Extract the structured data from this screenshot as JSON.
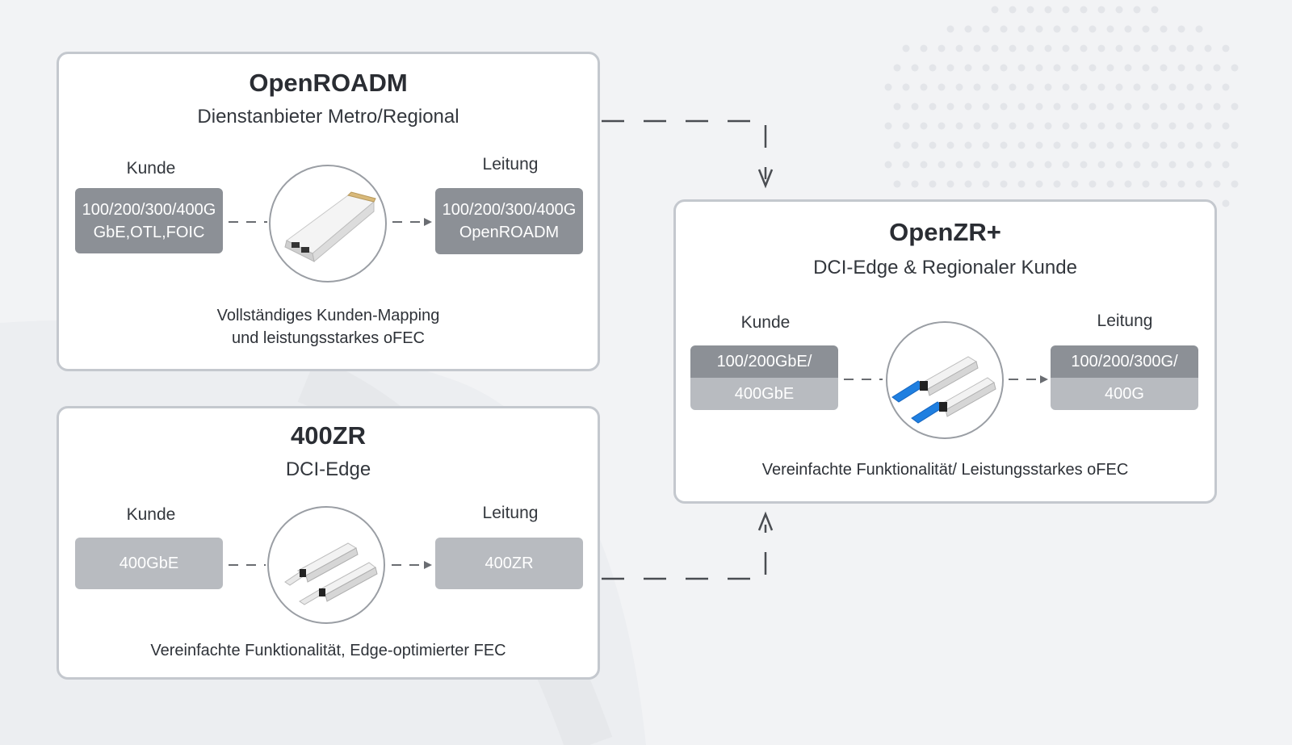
{
  "cards": {
    "openroadm": {
      "title": "OpenROADM",
      "subtitle": "Dienstanbieter Metro/Regional",
      "client_label": "Kunde",
      "line_label": "Leitung",
      "client_lines": [
        "100/200/300/400G",
        "GbE,OTL,FOIC"
      ],
      "line_lines": [
        "100/200/300/400G",
        "OpenROADM"
      ],
      "desc_lines": [
        "Vollständiges Kunden-Mapping",
        "und leistungsstarkes oFEC"
      ],
      "module_icon": "cfp2-module-icon"
    },
    "zr400": {
      "title": "400ZR",
      "subtitle": "DCI-Edge",
      "client_label": "Kunde",
      "line_label": "Leitung",
      "client_value": "400GbE",
      "line_value": "400ZR",
      "desc": "Vereinfachte Funktionalität, Edge-optimierter FEC",
      "module_icon": "qsfp-dd-modules-icon"
    },
    "openzr": {
      "title": "OpenZR+",
      "subtitle": "DCI-Edge & Regionaler Kunde",
      "client_label": "Kunde",
      "line_label": "Leitung",
      "client_top": "100/200GbE/",
      "client_bottom": "400GbE",
      "line_top": "100/200/300G/",
      "line_bottom": "400G",
      "desc": "Vereinfachte Funktionalität/ Leistungsstarkes oFEC",
      "module_icon": "qsfp-dd-blue-modules-icon"
    }
  },
  "colors": {
    "card_border": "#c4c8ce",
    "box_dark": "#8c9096",
    "box_light": "#b8bbc0",
    "connector": "#4a4d52",
    "accent_blue": "#1f7fe0"
  }
}
